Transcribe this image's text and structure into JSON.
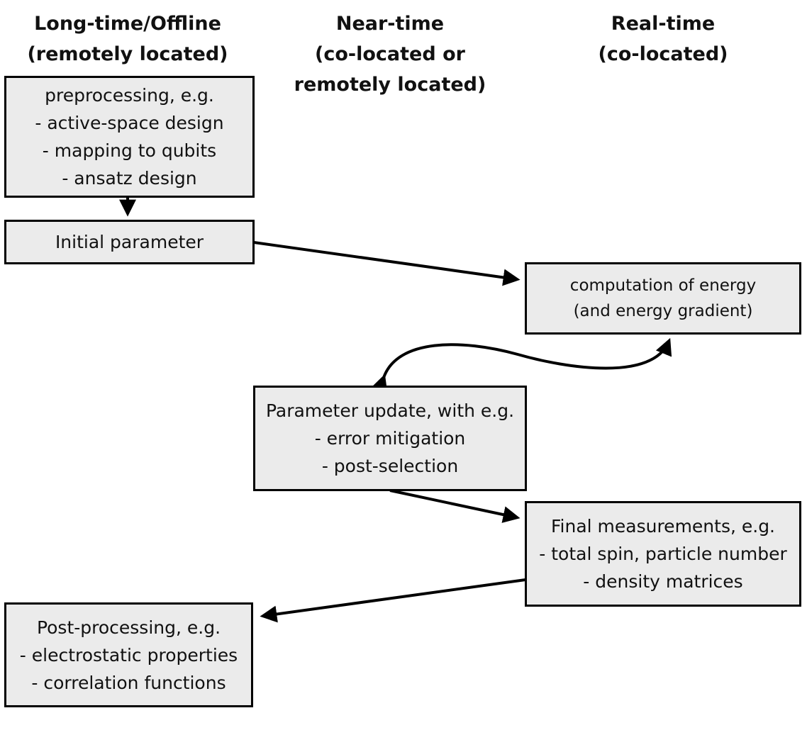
{
  "columns": [
    {
      "lines": [
        "Long-time/Offline",
        "(remotely located)"
      ]
    },
    {
      "lines": [
        "Near-time",
        "(co-located or",
        "remotely located)"
      ]
    },
    {
      "lines": [
        "Real-time",
        "(co-located)"
      ]
    }
  ],
  "boxes": {
    "preprocessing": [
      "preprocessing, e.g.",
      "- active-space design",
      "- mapping to qubits",
      "- ansatz design"
    ],
    "initial_parameter": [
      "Initial parameter"
    ],
    "energy": [
      "computation of energy",
      "(and energy gradient)"
    ],
    "parameter_update": [
      "Parameter update, with e.g.",
      "- error mitigation",
      "- post-selection"
    ],
    "final_measurements": [
      "Final measurements, e.g.",
      "- total spin, particle number",
      "- density matrices"
    ],
    "post_processing": [
      "Post-processing, e.g.",
      "- electrostatic properties",
      "- correlation functions"
    ]
  },
  "colors": {
    "box_fill": "#ebebeb",
    "stroke": "#000000"
  }
}
